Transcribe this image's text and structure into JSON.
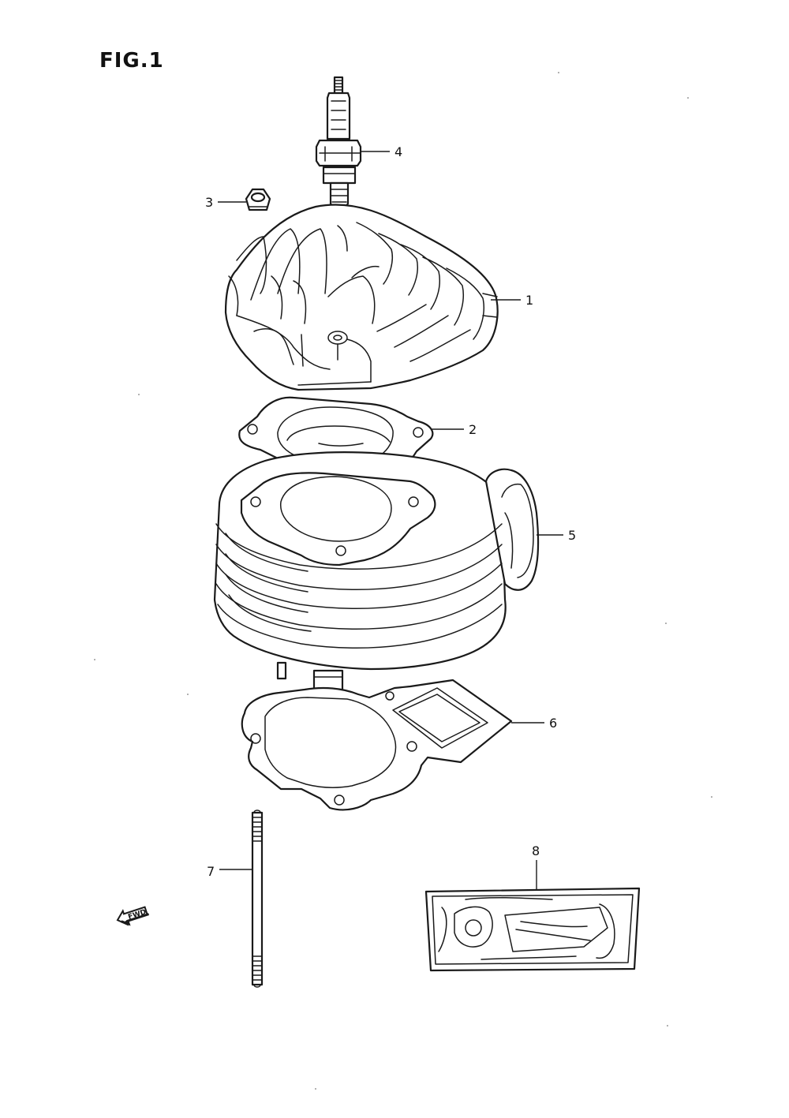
{
  "figure": {
    "title": "FIG.1"
  },
  "callouts": [
    {
      "id": "1",
      "label": "1"
    },
    {
      "id": "2",
      "label": "2"
    },
    {
      "id": "3",
      "label": "3"
    },
    {
      "id": "4",
      "label": "4"
    },
    {
      "id": "5",
      "label": "5"
    },
    {
      "id": "6",
      "label": "6"
    },
    {
      "id": "7",
      "label": "7"
    },
    {
      "id": "8",
      "label": "8"
    }
  ],
  "direction_arrow": {
    "label": "FWD"
  },
  "icons": {
    "direction": "fwd-arrow-icon"
  }
}
